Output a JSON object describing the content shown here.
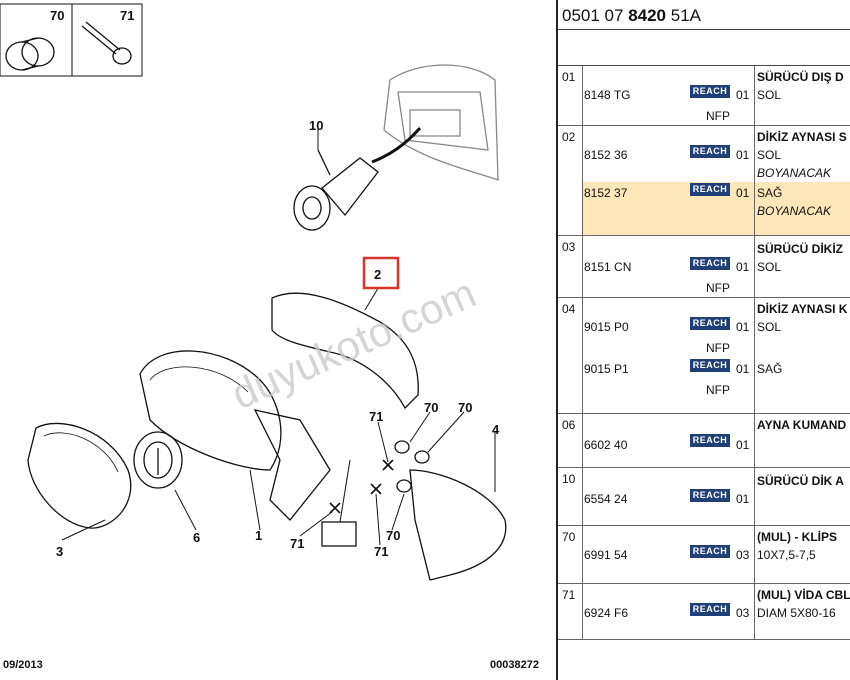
{
  "diagram": {
    "callouts": [
      "70",
      "71",
      "10",
      "2",
      "1",
      "3",
      "4",
      "6",
      "70",
      "70",
      "70",
      "71",
      "71",
      "71"
    ],
    "highlighted_callout": "2",
    "watermark": "duyukoto.com",
    "footer_left": "09/2013",
    "footer_right": "00038272"
  },
  "header": {
    "part_prefix": "0501 07",
    "part_main": "8420",
    "part_suffix": "51A"
  },
  "reach_label": "REACH",
  "groups": [
    {
      "num": "01",
      "rows": [
        {
          "ref": "8148 TG",
          "qty": "01",
          "nfp": "NFP",
          "desc": [
            "SÜRÜCÜ DIŞ D",
            "SOL"
          ]
        }
      ]
    },
    {
      "num": "02",
      "rows": [
        {
          "ref": "8152 36",
          "qty": "01",
          "desc": [
            "DİKİZ AYNASI S",
            "SOL",
            "BOYANACAK"
          ]
        },
        {
          "ref": "8152 37",
          "qty": "01",
          "desc": [
            "SAĞ",
            "BOYANACAK"
          ]
        }
      ]
    },
    {
      "num": "03",
      "rows": [
        {
          "ref": "8151 CN",
          "qty": "01",
          "nfp": "NFP",
          "desc": [
            "SÜRÜCÜ DİKİZ",
            "SOL"
          ]
        }
      ]
    },
    {
      "num": "04",
      "rows": [
        {
          "ref": "9015 P0",
          "qty": "01",
          "nfp": "NFP",
          "desc": [
            "DİKİZ AYNASI K",
            "SOL"
          ]
        },
        {
          "ref": "9015 P1",
          "qty": "01",
          "nfp": "NFP",
          "desc": [
            "SAĞ"
          ]
        }
      ]
    },
    {
      "num": "06",
      "rows": [
        {
          "ref": "6602 40",
          "qty": "01",
          "desc": [
            "AYNA KUMAND"
          ]
        }
      ]
    },
    {
      "num": "10",
      "rows": [
        {
          "ref": "6554 24",
          "qty": "01",
          "desc": [
            "SÜRÜCÜ DİK A"
          ]
        }
      ]
    },
    {
      "num": "70",
      "rows": [
        {
          "ref": "6991 54",
          "qty": "03",
          "desc": [
            "(MUL) - KLİPS",
            "10X7,5-7,5"
          ]
        }
      ]
    },
    {
      "num": "71",
      "rows": [
        {
          "ref": "6924 F6",
          "qty": "03",
          "desc": [
            "(MUL) VİDA CBL",
            "DIAM 5X80-16"
          ]
        }
      ]
    }
  ],
  "colors": {
    "highlight": "#fde6b8",
    "reach_badge": "#1e3f78",
    "callout_border": "#d9342b",
    "watermark": "#c8c8c8"
  }
}
